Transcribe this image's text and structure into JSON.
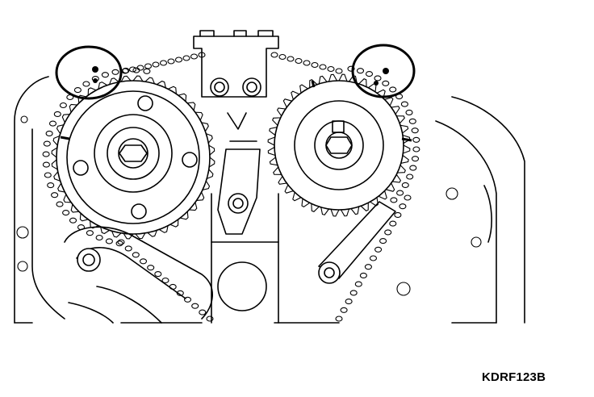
{
  "figure": {
    "code": "KDRF123B"
  },
  "colors": {
    "ink": "#000000",
    "paper": "#ffffff"
  },
  "callouts": [
    {
      "name": "intake-timing-mark-circle"
    },
    {
      "name": "exhaust-timing-mark-circle"
    }
  ]
}
